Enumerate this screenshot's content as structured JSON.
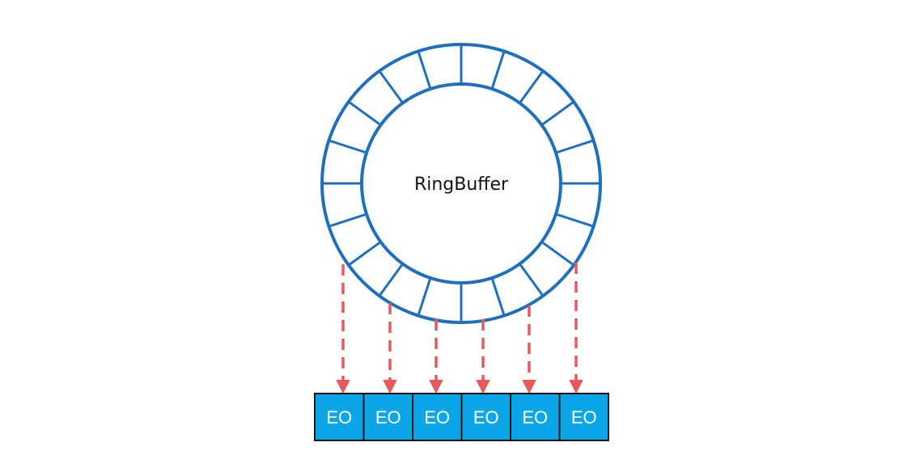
{
  "ring": {
    "label": "RingBuffer",
    "segments": 20,
    "color": "#1f6fbf"
  },
  "arrows": {
    "color": "#e85a5a",
    "count": 6
  },
  "handlers": {
    "fill": "#0aa6e8",
    "border": "#111111",
    "items": [
      {
        "label": "EO"
      },
      {
        "label": "EO"
      },
      {
        "label": "EO"
      },
      {
        "label": "EO"
      },
      {
        "label": "EO"
      },
      {
        "label": "EO"
      }
    ]
  }
}
